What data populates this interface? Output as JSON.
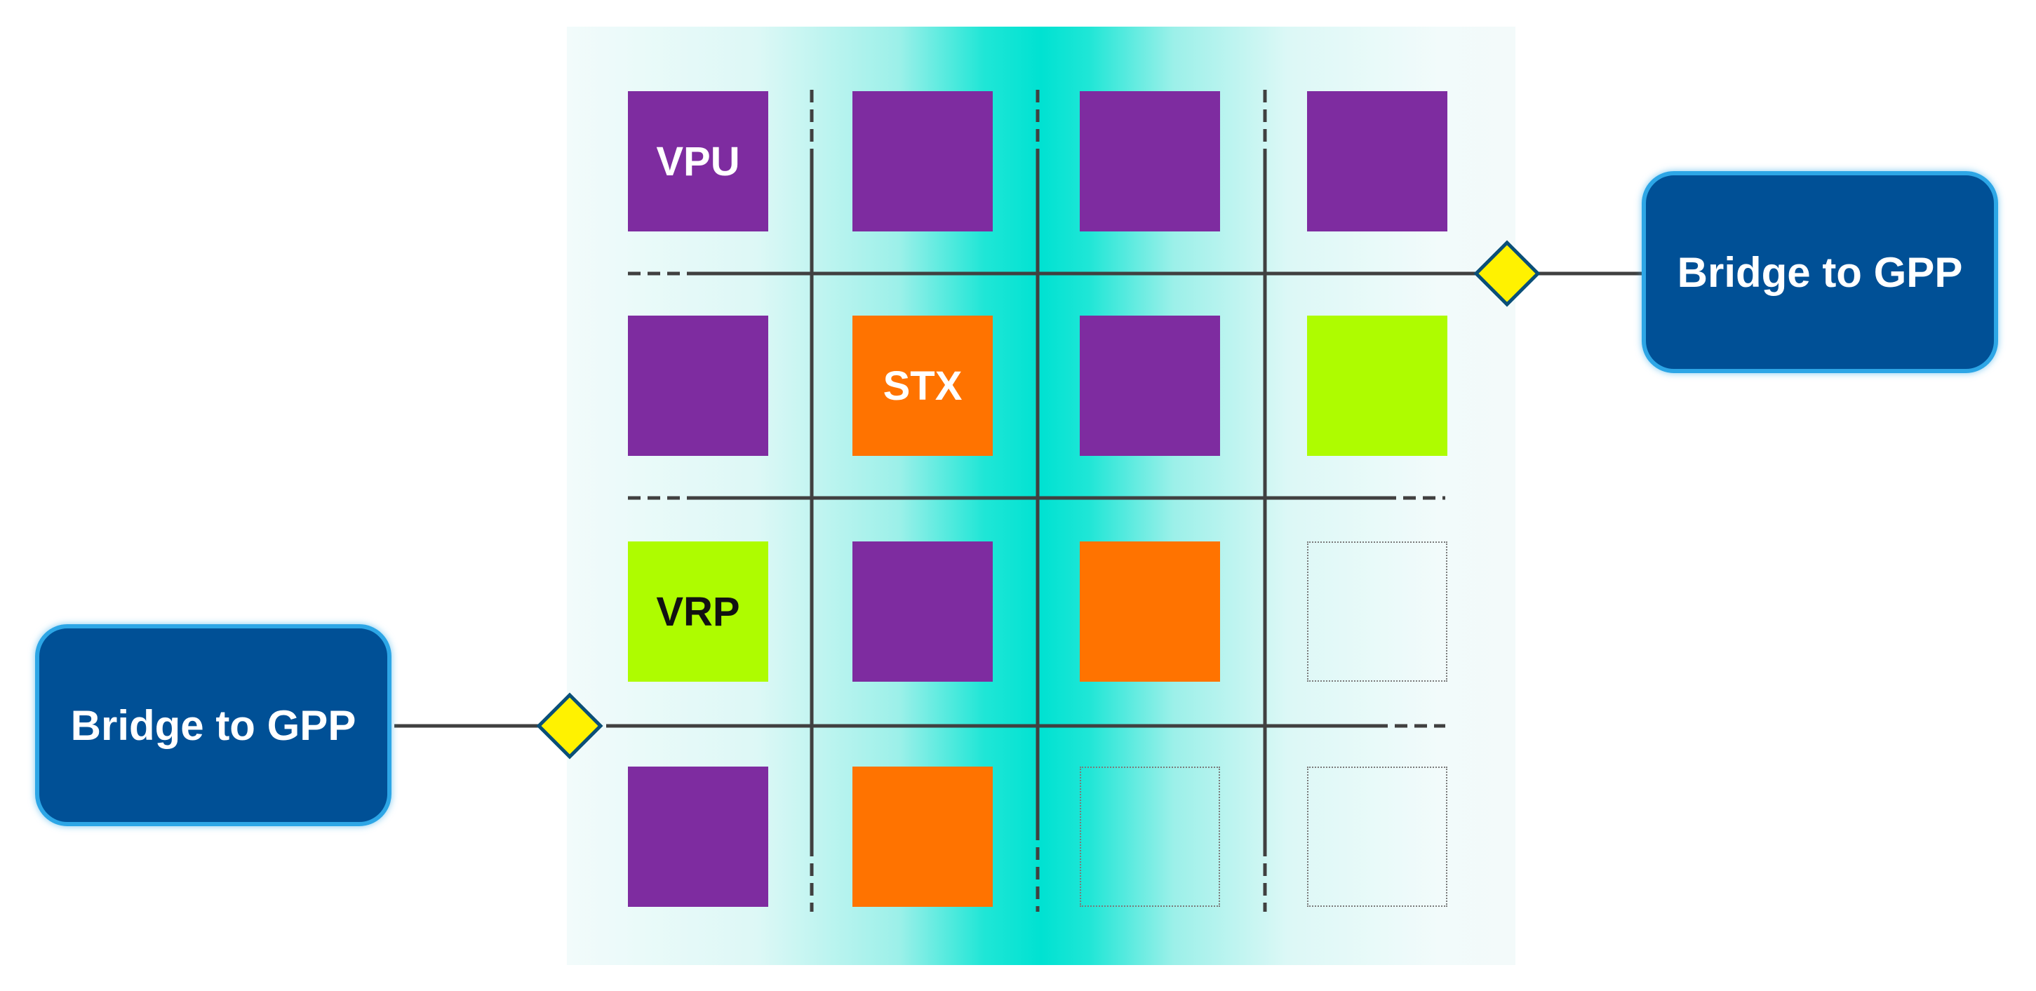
{
  "colors": {
    "vpu": "#7E2CA0",
    "stx": "#FF7300",
    "vrp": "#AEFC00",
    "bridge_fill": "#005096",
    "bridge_border": "#2DA6E6",
    "connector": "#FFF200",
    "wire": "#404040"
  },
  "tiles": [
    {
      "row": 1,
      "col": 1,
      "kind": "vpu",
      "label": "VPU"
    },
    {
      "row": 1,
      "col": 2,
      "kind": "vpu",
      "label": ""
    },
    {
      "row": 1,
      "col": 3,
      "kind": "vpu",
      "label": ""
    },
    {
      "row": 1,
      "col": 4,
      "kind": "vpu",
      "label": ""
    },
    {
      "row": 2,
      "col": 1,
      "kind": "vpu",
      "label": ""
    },
    {
      "row": 2,
      "col": 2,
      "kind": "stx",
      "label": "STX"
    },
    {
      "row": 2,
      "col": 3,
      "kind": "vpu",
      "label": ""
    },
    {
      "row": 2,
      "col": 4,
      "kind": "vrp",
      "label": ""
    },
    {
      "row": 3,
      "col": 1,
      "kind": "vrp",
      "label": "VRP"
    },
    {
      "row": 3,
      "col": 2,
      "kind": "vpu",
      "label": ""
    },
    {
      "row": 3,
      "col": 3,
      "kind": "stx",
      "label": ""
    },
    {
      "row": 3,
      "col": 4,
      "kind": "empty",
      "label": ""
    },
    {
      "row": 4,
      "col": 1,
      "kind": "vpu",
      "label": ""
    },
    {
      "row": 4,
      "col": 2,
      "kind": "stx",
      "label": ""
    },
    {
      "row": 4,
      "col": 3,
      "kind": "empty",
      "label": ""
    },
    {
      "row": 4,
      "col": 4,
      "kind": "empty",
      "label": ""
    }
  ],
  "bridges": {
    "right": {
      "label": "Bridge to GPP"
    },
    "left": {
      "label": "Bridge to GPP"
    }
  }
}
